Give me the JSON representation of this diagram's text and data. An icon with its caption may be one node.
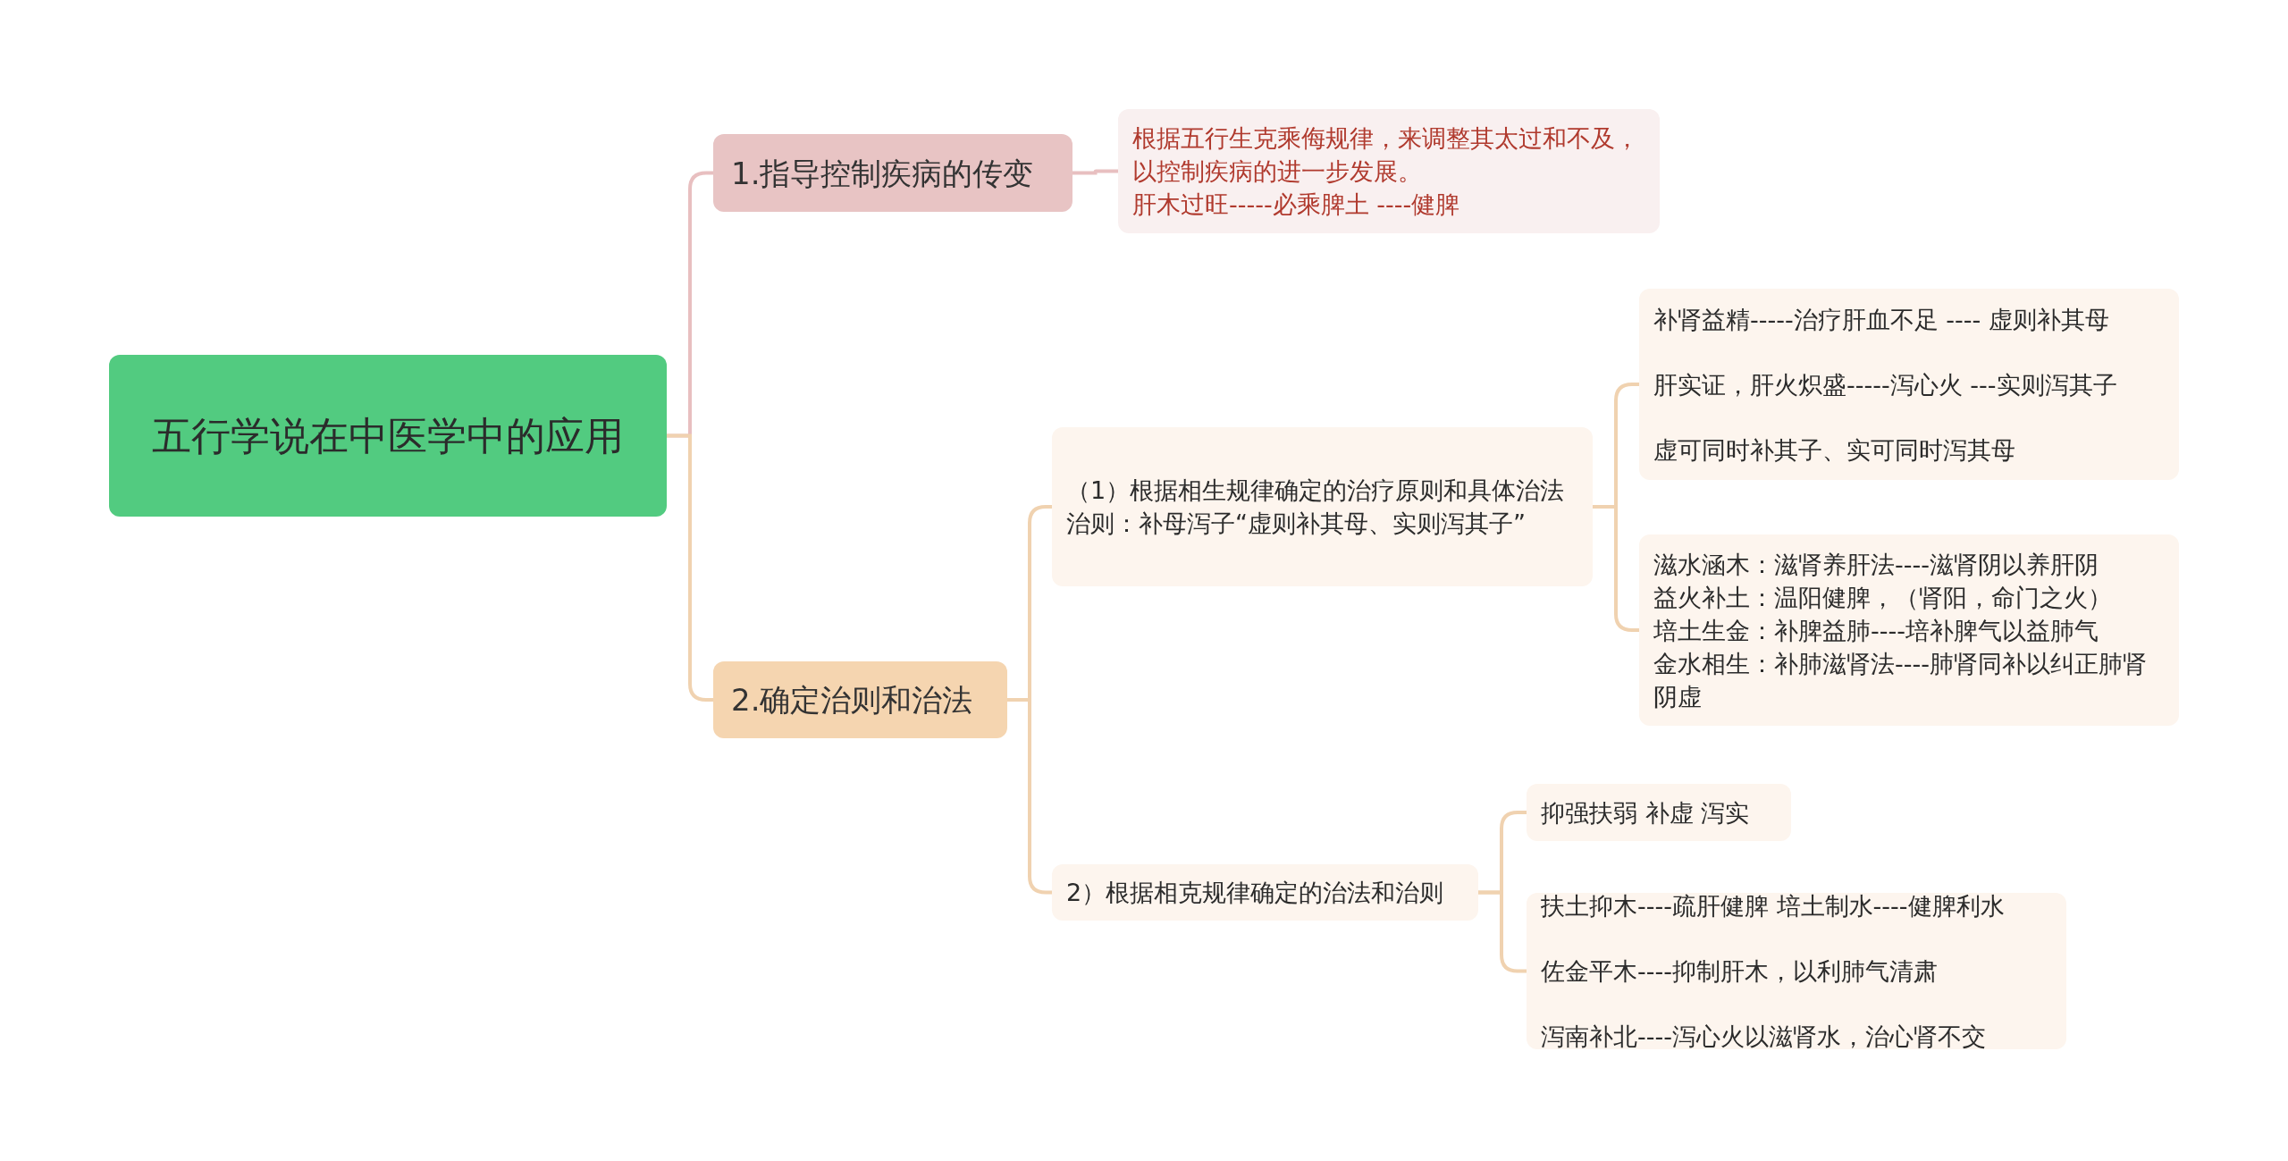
{
  "diagram": {
    "nodes": [
      {
        "text": [
          "五行学说在中医学中的应用"
        ]
      },
      {
        "text": [
          "1.指导控制疾病的传变"
        ]
      },
      {
        "text": [
          "根据五行生克乘侮规律，来调整其太过和不及，以控制疾病的进一步发展。",
          "肝木过旺-----必乘脾土 ----健脾"
        ]
      },
      {
        "text": [
          "2.确定治则和治法"
        ]
      },
      {
        "text": [
          "（1）根据相生规律确定的治疗原则和具体治法",
          "治则：补母泻子“虚则补其母、实则泻其子”"
        ]
      },
      {
        "text": [
          "补肾益精-----治疗肝血不足  ---- 虚则补其母",
          "肝实证，肝火炽盛-----泻心火 ---实则泻其子",
          "虚可同时补其子、实可同时泻其母"
        ]
      },
      {
        "text": [
          "滋水涵木：滋肾养肝法----滋肾阴以养肝阴",
          "益火补土：温阳健脾，（肾阳，命门之火）",
          "培土生金：补脾益肺----培补脾气以益肺气",
          "金水相生：补肺滋肾法----肺肾同补以纠正肺肾阴虚"
        ]
      },
      {
        "text": [
          "2）根据相克规律确定的治法和治则"
        ]
      },
      {
        "text": [
          "抑强扶弱  补虚  泻实"
        ]
      },
      {
        "text": [
          "扶土抑木----疏肝健脾 培土制水----健脾利水",
          "佐金平木----抑制肝木，以利肺气清肃",
          "泻南补北----泻心火以滋肾水，治心肾不交"
        ]
      }
    ],
    "edges": [
      {
        "from": 0,
        "to": 1,
        "arrow": "none",
        "color": "#e8bfc0"
      },
      {
        "from": 0,
        "to": 3,
        "arrow": "none"
      },
      {
        "from": 1,
        "to": 2,
        "arrow": "none",
        "color": "#e8bfc0"
      },
      {
        "from": 3,
        "to": 4,
        "arrow": "none"
      },
      {
        "from": 3,
        "to": 7,
        "arrow": "none"
      },
      {
        "from": 4,
        "to": 5,
        "arrow": "none"
      },
      {
        "from": 4,
        "to": 6,
        "arrow": "none"
      },
      {
        "from": 7,
        "to": 8,
        "arrow": "none"
      },
      {
        "from": 7,
        "to": 9,
        "arrow": "none"
      }
    ]
  }
}
